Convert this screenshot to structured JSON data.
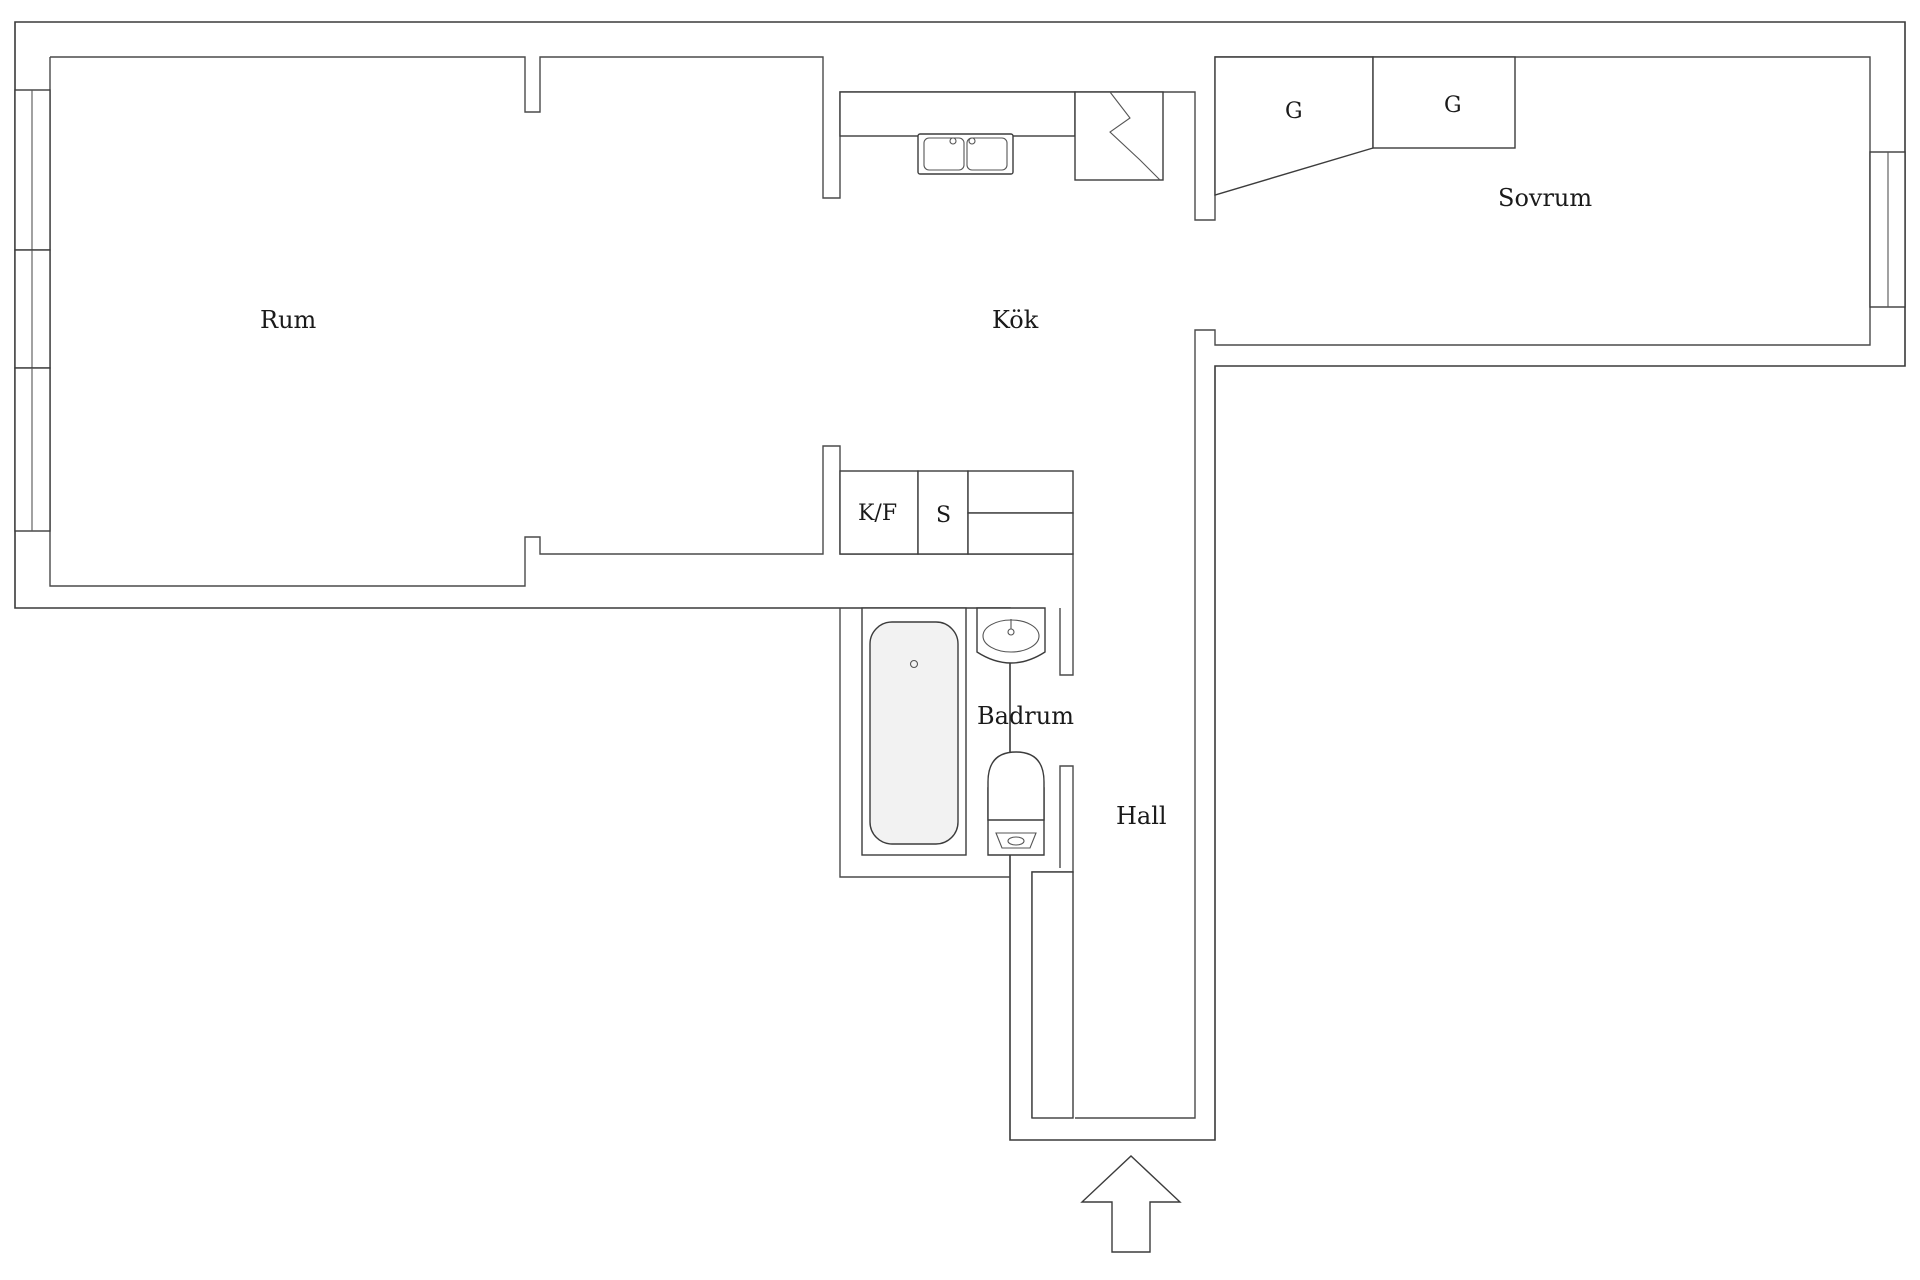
{
  "rooms": {
    "rum": "Rum",
    "kok": "Kök",
    "sovrum": "Sovrum",
    "badrum": "Badrum",
    "hall": "Hall"
  },
  "fixtures": {
    "wardrobe_1": "G",
    "wardrobe_2": "G",
    "fridge_freezer": "K/F",
    "storage": "S"
  },
  "colors": {
    "wall_stroke": "#3a3a3a",
    "text": "#1a1a1a",
    "background": "#ffffff"
  },
  "icons": {
    "entrance": "entrance-arrow-icon",
    "kitchen_sink": "double-sink-icon",
    "stove": "stove-icon",
    "bathtub": "bathtub-icon",
    "washbasin": "washbasin-icon",
    "toilet": "toilet-icon"
  }
}
